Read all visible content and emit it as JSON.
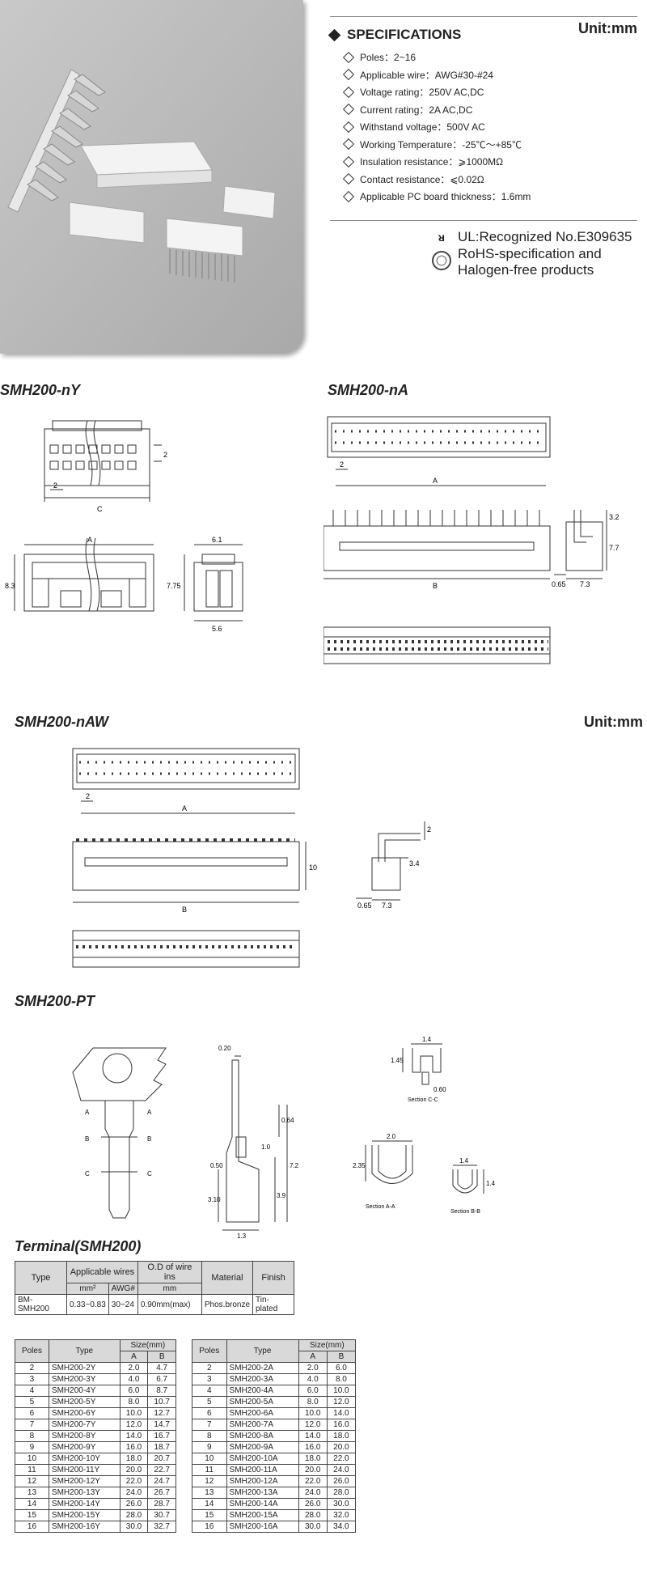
{
  "specs": {
    "heading": "SPECIFICATIONS",
    "unit": "Unit:mm",
    "items": [
      "Poles：2~16",
      "Applicable wire：AWG#30-#24",
      "Voltage rating：250V AC,DC",
      "Current rating：2A AC,DC",
      "Withstand voltage：500V AC",
      "Working Temperature：-25℃～+85℃",
      "Insulation resistance：⩾1000MΩ",
      "Contact resistance：⩽0.02Ω",
      "Applicable PC board thickness：1.6mm"
    ]
  },
  "certs": {
    "ul_mark": "ᴚ",
    "ul_text": "UL:Recognized No.E309635",
    "rohs_line1": "RoHS-specification and",
    "rohs_line2": "Halogen-free products"
  },
  "titles": {
    "ny": "SMH200-nY",
    "na": "SMH200-nA",
    "naw": "SMH200-nAW",
    "naw_unit": "Unit:mm",
    "pt": "SMH200-PT",
    "terminal": "Terminal(SMH200)"
  },
  "dims": {
    "ny_2a": "2",
    "ny_2b": "2",
    "ny_c": "C",
    "ny_a": "A",
    "ny_83": "8.3",
    "ny_61": "6.1",
    "ny_775": "7.75",
    "ny_56": "5.6",
    "na_2": "2",
    "na_a": "A",
    "na_b": "B",
    "na_32": "3.2",
    "na_77": "7.7",
    "na_065": "0.65",
    "na_73": "7.3",
    "naw_2": "2",
    "naw_a": "A",
    "naw_10": "10",
    "naw_b": "B",
    "naw_2r": "2",
    "naw_34": "3.4",
    "naw_065": "0.65",
    "naw_73": "7.3",
    "pt_a1": "A",
    "pt_a2": "A",
    "pt_b1": "B",
    "pt_b2": "B",
    "pt_c1": "C",
    "pt_c2": "C",
    "pt_020": "0.20",
    "pt_064": "0.64",
    "pt_10": "1.0",
    "pt_72": "7.2",
    "pt_050": "0.50",
    "pt_39": "3.9",
    "pt_310": "3.10",
    "pt_13": "1.3",
    "cc_14": "1.4",
    "cc_145": "1.45",
    "cc_060": "0.60",
    "cc_label": "Section C-C",
    "aa_20": "2.0",
    "aa_235": "2.35",
    "aa_label": "Section A-A",
    "bb_14a": "1.4",
    "bb_14b": "1.4",
    "bb_label": "Section B-B"
  },
  "terminal_table": {
    "headers": {
      "type": "Type",
      "wires": "Applicable wires",
      "od": "O.D of wire ins",
      "material": "Material",
      "finish": "Finish"
    },
    "subheaders": {
      "mm2": "mm²",
      "awg": "AWG#",
      "mm": "mm"
    },
    "row": {
      "type": "BM-SMH200",
      "mm2": "0.33~0.83",
      "awg": "30~24",
      "od": "0.90mm(max)",
      "material": "Phos.bronze",
      "finish": "Tin-plated"
    }
  },
  "size_headers": {
    "poles": "Poles",
    "type": "Type",
    "size": "Size(mm)",
    "a": "A",
    "b": "B"
  },
  "y_rows": [
    [
      "2",
      "SMH200-2Y",
      "2.0",
      "4.7"
    ],
    [
      "3",
      "SMH200-3Y",
      "4.0",
      "6.7"
    ],
    [
      "4",
      "SMH200-4Y",
      "6.0",
      "8.7"
    ],
    [
      "5",
      "SMH200-5Y",
      "8.0",
      "10.7"
    ],
    [
      "6",
      "SMH200-6Y",
      "10.0",
      "12.7"
    ],
    [
      "7",
      "SMH200-7Y",
      "12.0",
      "14.7"
    ],
    [
      "8",
      "SMH200-8Y",
      "14.0",
      "16.7"
    ],
    [
      "9",
      "SMH200-9Y",
      "16.0",
      "18.7"
    ],
    [
      "10",
      "SMH200-10Y",
      "18.0",
      "20.7"
    ],
    [
      "11",
      "SMH200-11Y",
      "20.0",
      "22.7"
    ],
    [
      "12",
      "SMH200-12Y",
      "22.0",
      "24.7"
    ],
    [
      "13",
      "SMH200-13Y",
      "24.0",
      "26.7"
    ],
    [
      "14",
      "SMH200-14Y",
      "26.0",
      "28.7"
    ],
    [
      "15",
      "SMH200-15Y",
      "28.0",
      "30.7"
    ],
    [
      "16",
      "SMH200-16Y",
      "30.0",
      "32.7"
    ]
  ],
  "a_rows": [
    [
      "2",
      "SMH200-2A",
      "2.0",
      "6.0"
    ],
    [
      "3",
      "SMH200-3A",
      "4.0",
      "8.0"
    ],
    [
      "4",
      "SMH200-4A",
      "6.0",
      "10.0"
    ],
    [
      "5",
      "SMH200-5A",
      "8.0",
      "12.0"
    ],
    [
      "6",
      "SMH200-6A",
      "10.0",
      "14.0"
    ],
    [
      "7",
      "SMH200-7A",
      "12.0",
      "16.0"
    ],
    [
      "8",
      "SMH200-8A",
      "14.0",
      "18.0"
    ],
    [
      "9",
      "SMH200-9A",
      "16.0",
      "20.0"
    ],
    [
      "10",
      "SMH200-10A",
      "18.0",
      "22.0"
    ],
    [
      "11",
      "SMH200-11A",
      "20.0",
      "24.0"
    ],
    [
      "12",
      "SMH200-12A",
      "22.0",
      "26.0"
    ],
    [
      "13",
      "SMH200-13A",
      "24.0",
      "28.0"
    ],
    [
      "14",
      "SMH200-14A",
      "26.0",
      "30.0"
    ],
    [
      "15",
      "SMH200-15A",
      "28.0",
      "32.0"
    ],
    [
      "16",
      "SMH200-16A",
      "30.0",
      "34.0"
    ]
  ]
}
